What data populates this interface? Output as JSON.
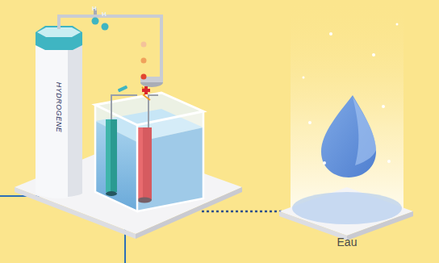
{
  "diagram": {
    "nodes": [
      {
        "text": [
          "HYDROGENE"
        ]
      },
      {
        "text": [
          "Eau"
        ]
      }
    ],
    "labels": [
      "H",
      "H"
    ]
  }
}
